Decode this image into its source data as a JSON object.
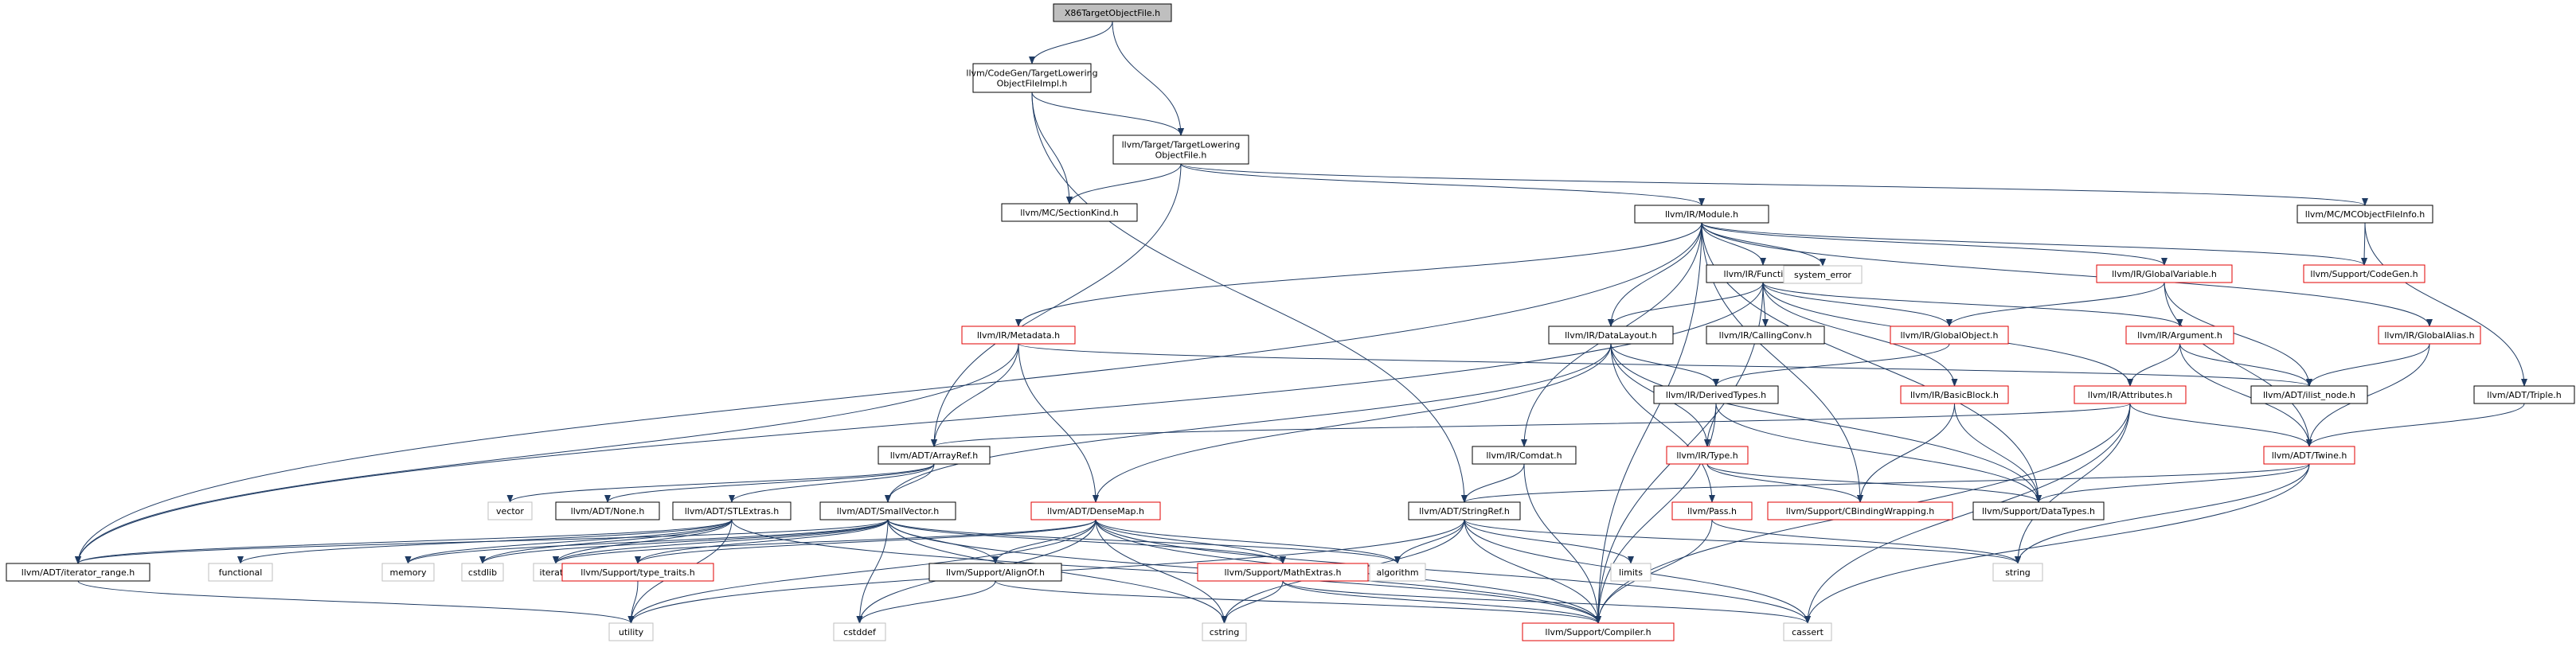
{
  "diagram": {
    "nodes": [
      {
        "id": "x86tlof",
        "lines": [
          "X86TargetObjectFile.h"
        ],
        "kind": "root"
      },
      {
        "id": "cgtlofi",
        "lines": [
          "llvm/CodeGen/TargetLowering",
          "ObjectFileImpl.h"
        ],
        "kind": "normal"
      },
      {
        "id": "ttlof",
        "lines": [
          "llvm/Target/TargetLowering",
          "ObjectFile.h"
        ],
        "kind": "normal"
      },
      {
        "id": "sectionkind",
        "lines": [
          "llvm/MC/SectionKind.h"
        ],
        "kind": "normal"
      },
      {
        "id": "module",
        "lines": [
          "llvm/IR/Module.h"
        ],
        "kind": "normal"
      },
      {
        "id": "mcobjfileinfo",
        "lines": [
          "llvm/MC/MCObjectFileInfo.h"
        ],
        "kind": "normal"
      },
      {
        "id": "function",
        "lines": [
          "llvm/IR/Function.h"
        ],
        "kind": "normal"
      },
      {
        "id": "system_error",
        "lines": [
          "system_error"
        ],
        "kind": "external"
      },
      {
        "id": "globalvariable",
        "lines": [
          "llvm/IR/GlobalVariable.h"
        ],
        "kind": "truncated"
      },
      {
        "id": "codegen",
        "lines": [
          "llvm/Support/CodeGen.h"
        ],
        "kind": "truncated"
      },
      {
        "id": "metadata",
        "lines": [
          "llvm/IR/Metadata.h"
        ],
        "kind": "truncated"
      },
      {
        "id": "datalayout",
        "lines": [
          "llvm/IR/DataLayout.h"
        ],
        "kind": "normal"
      },
      {
        "id": "callingconv",
        "lines": [
          "llvm/IR/CallingConv.h"
        ],
        "kind": "normal"
      },
      {
        "id": "globalobject",
        "lines": [
          "llvm/IR/GlobalObject.h"
        ],
        "kind": "truncated"
      },
      {
        "id": "argument",
        "lines": [
          "llvm/IR/Argument.h"
        ],
        "kind": "truncated"
      },
      {
        "id": "globalalias",
        "lines": [
          "llvm/IR/GlobalAlias.h"
        ],
        "kind": "truncated"
      },
      {
        "id": "derivedtypes",
        "lines": [
          "llvm/IR/DerivedTypes.h"
        ],
        "kind": "normal"
      },
      {
        "id": "basicblock",
        "lines": [
          "llvm/IR/BasicBlock.h"
        ],
        "kind": "truncated"
      },
      {
        "id": "attributes",
        "lines": [
          "llvm/IR/Attributes.h"
        ],
        "kind": "truncated"
      },
      {
        "id": "ilist_node",
        "lines": [
          "llvm/ADT/ilist_node.h"
        ],
        "kind": "normal"
      },
      {
        "id": "triple",
        "lines": [
          "llvm/ADT/Triple.h"
        ],
        "kind": "normal"
      },
      {
        "id": "arrayref",
        "lines": [
          "llvm/ADT/ArrayRef.h"
        ],
        "kind": "normal"
      },
      {
        "id": "comdat",
        "lines": [
          "llvm/IR/Comdat.h"
        ],
        "kind": "normal"
      },
      {
        "id": "type",
        "lines": [
          "llvm/IR/Type.h"
        ],
        "kind": "truncated"
      },
      {
        "id": "twine",
        "lines": [
          "llvm/ADT/Twine.h"
        ],
        "kind": "truncated"
      },
      {
        "id": "vector",
        "lines": [
          "vector"
        ],
        "kind": "external"
      },
      {
        "id": "none",
        "lines": [
          "llvm/ADT/None.h"
        ],
        "kind": "normal"
      },
      {
        "id": "stlextras",
        "lines": [
          "llvm/ADT/STLExtras.h"
        ],
        "kind": "normal"
      },
      {
        "id": "smallvector",
        "lines": [
          "llvm/ADT/SmallVector.h"
        ],
        "kind": "normal"
      },
      {
        "id": "densemap",
        "lines": [
          "llvm/ADT/DenseMap.h"
        ],
        "kind": "truncated"
      },
      {
        "id": "stringref",
        "lines": [
          "llvm/ADT/StringRef.h"
        ],
        "kind": "normal"
      },
      {
        "id": "pass",
        "lines": [
          "llvm/Pass.h"
        ],
        "kind": "truncated"
      },
      {
        "id": "cbinding",
        "lines": [
          "llvm/Support/CBindingWrapping.h"
        ],
        "kind": "truncated"
      },
      {
        "id": "datatypes",
        "lines": [
          "llvm/Support/DataTypes.h"
        ],
        "kind": "normal"
      },
      {
        "id": "iterator_range",
        "lines": [
          "llvm/ADT/iterator_range.h"
        ],
        "kind": "normal"
      },
      {
        "id": "functional",
        "lines": [
          "functional"
        ],
        "kind": "external"
      },
      {
        "id": "memory",
        "lines": [
          "memory"
        ],
        "kind": "external"
      },
      {
        "id": "cstdlib",
        "lines": [
          "cstdlib"
        ],
        "kind": "external"
      },
      {
        "id": "iterator",
        "lines": [
          "iterator"
        ],
        "kind": "external"
      },
      {
        "id": "typetraits",
        "lines": [
          "llvm/Support/type_traits.h"
        ],
        "kind": "truncated"
      },
      {
        "id": "alignof",
        "lines": [
          "llvm/Support/AlignOf.h"
        ],
        "kind": "normal"
      },
      {
        "id": "algorithm",
        "lines": [
          "algorithm"
        ],
        "kind": "external"
      },
      {
        "id": "mathextras",
        "lines": [
          "llvm/Support/MathExtras.h"
        ],
        "kind": "truncated"
      },
      {
        "id": "limits",
        "lines": [
          "limits"
        ],
        "kind": "external"
      },
      {
        "id": "string",
        "lines": [
          "string"
        ],
        "kind": "external"
      },
      {
        "id": "utility",
        "lines": [
          "utility"
        ],
        "kind": "external"
      },
      {
        "id": "cstddef",
        "lines": [
          "cstddef"
        ],
        "kind": "external"
      },
      {
        "id": "cstring",
        "lines": [
          "cstring"
        ],
        "kind": "external"
      },
      {
        "id": "compiler",
        "lines": [
          "llvm/Support/Compiler.h"
        ],
        "kind": "truncated"
      },
      {
        "id": "cassert",
        "lines": [
          "cassert"
        ],
        "kind": "external"
      }
    ],
    "edges": [
      [
        "x86tlof",
        "cgtlofi"
      ],
      [
        "x86tlof",
        "ttlof"
      ],
      [
        "cgtlofi",
        "ttlof"
      ],
      [
        "cgtlofi",
        "sectionkind"
      ],
      [
        "cgtlofi",
        "stringref"
      ],
      [
        "ttlof",
        "sectionkind"
      ],
      [
        "ttlof",
        "module"
      ],
      [
        "ttlof",
        "mcobjfileinfo"
      ],
      [
        "ttlof",
        "arrayref"
      ],
      [
        "module",
        "function"
      ],
      [
        "module",
        "system_error"
      ],
      [
        "module",
        "globalvariable"
      ],
      [
        "module",
        "codegen"
      ],
      [
        "module",
        "metadata"
      ],
      [
        "module",
        "datalayout"
      ],
      [
        "module",
        "comdat"
      ],
      [
        "module",
        "globalalias"
      ],
      [
        "module",
        "datatypes"
      ],
      [
        "module",
        "iterator_range"
      ],
      [
        "module",
        "cbinding"
      ],
      [
        "module",
        "compiler"
      ],
      [
        "mcobjfileinfo",
        "codegen"
      ],
      [
        "mcobjfileinfo",
        "triple"
      ],
      [
        "function",
        "callingconv"
      ],
      [
        "function",
        "globalobject"
      ],
      [
        "function",
        "argument"
      ],
      [
        "function",
        "basicblock"
      ],
      [
        "function",
        "attributes"
      ],
      [
        "function",
        "iterator_range"
      ],
      [
        "function",
        "datalayout"
      ],
      [
        "function",
        "compiler"
      ],
      [
        "globalvariable",
        "globalobject"
      ],
      [
        "globalvariable",
        "ilist_node"
      ],
      [
        "globalvariable",
        "twine"
      ],
      [
        "metadata",
        "arrayref"
      ],
      [
        "metadata",
        "densemap"
      ],
      [
        "metadata",
        "ilist_node"
      ],
      [
        "metadata",
        "iterator_range"
      ],
      [
        "datalayout",
        "derivedtypes"
      ],
      [
        "datalayout",
        "type"
      ],
      [
        "datalayout",
        "pass"
      ],
      [
        "datalayout",
        "smallvector"
      ],
      [
        "datalayout",
        "densemap"
      ],
      [
        "datalayout",
        "datatypes"
      ],
      [
        "globalobject",
        "derivedtypes"
      ],
      [
        "argument",
        "attributes"
      ],
      [
        "argument",
        "ilist_node"
      ],
      [
        "argument",
        "twine"
      ],
      [
        "globalalias",
        "ilist_node"
      ],
      [
        "globalalias",
        "twine"
      ],
      [
        "derivedtypes",
        "type"
      ],
      [
        "derivedtypes",
        "datatypes"
      ],
      [
        "derivedtypes",
        "compiler"
      ],
      [
        "basicblock",
        "datatypes"
      ],
      [
        "basicblock",
        "cbinding"
      ],
      [
        "attributes",
        "twine"
      ],
      [
        "attributes",
        "arrayref"
      ],
      [
        "attributes",
        "string"
      ],
      [
        "attributes",
        "cassert"
      ],
      [
        "attributes",
        "compiler"
      ],
      [
        "triple",
        "twine"
      ],
      [
        "arrayref",
        "vector"
      ],
      [
        "arrayref",
        "none"
      ],
      [
        "arrayref",
        "stlextras"
      ],
      [
        "arrayref",
        "smallvector"
      ],
      [
        "comdat",
        "stringref"
      ],
      [
        "comdat",
        "compiler"
      ],
      [
        "type",
        "cbinding"
      ],
      [
        "type",
        "datatypes"
      ],
      [
        "twine",
        "stringref"
      ],
      [
        "twine",
        "datatypes"
      ],
      [
        "twine",
        "string"
      ],
      [
        "twine",
        "cassert"
      ],
      [
        "stlextras",
        "iterator_range"
      ],
      [
        "stlextras",
        "functional"
      ],
      [
        "stlextras",
        "memory"
      ],
      [
        "stlextras",
        "cstdlib"
      ],
      [
        "stlextras",
        "iterator"
      ],
      [
        "stlextras",
        "utility"
      ],
      [
        "stlextras",
        "compiler"
      ],
      [
        "smallvector",
        "iterator_range"
      ],
      [
        "smallvector",
        "typetraits"
      ],
      [
        "smallvector",
        "alignof"
      ],
      [
        "smallvector",
        "mathextras"
      ],
      [
        "smallvector",
        "algorithm"
      ],
      [
        "smallvector",
        "cstddef"
      ],
      [
        "smallvector",
        "cstdlib"
      ],
      [
        "smallvector",
        "cstring"
      ],
      [
        "smallvector",
        "iterator"
      ],
      [
        "smallvector",
        "memory"
      ],
      [
        "smallvector",
        "compiler"
      ],
      [
        "densemap",
        "typetraits"
      ],
      [
        "densemap",
        "alignof"
      ],
      [
        "densemap",
        "mathextras"
      ],
      [
        "densemap",
        "utility"
      ],
      [
        "densemap",
        "cstddef"
      ],
      [
        "densemap",
        "cstring"
      ],
      [
        "densemap",
        "cassert"
      ],
      [
        "densemap",
        "iterator"
      ],
      [
        "densemap",
        "algorithm"
      ],
      [
        "densemap",
        "compiler"
      ],
      [
        "stringref",
        "algorithm"
      ],
      [
        "stringref",
        "limits"
      ],
      [
        "stringref",
        "string"
      ],
      [
        "stringref",
        "utility"
      ],
      [
        "stringref",
        "cassert"
      ],
      [
        "stringref",
        "cstring"
      ],
      [
        "stringref",
        "compiler"
      ],
      [
        "pass",
        "string"
      ],
      [
        "pass",
        "compiler"
      ],
      [
        "iterator_range",
        "utility"
      ],
      [
        "typetraits",
        "utility"
      ],
      [
        "alignof",
        "cstddef"
      ],
      [
        "alignof",
        "compiler"
      ],
      [
        "mathextras",
        "cstring"
      ],
      [
        "mathextras",
        "cassert"
      ],
      [
        "mathextras",
        "compiler"
      ]
    ]
  }
}
